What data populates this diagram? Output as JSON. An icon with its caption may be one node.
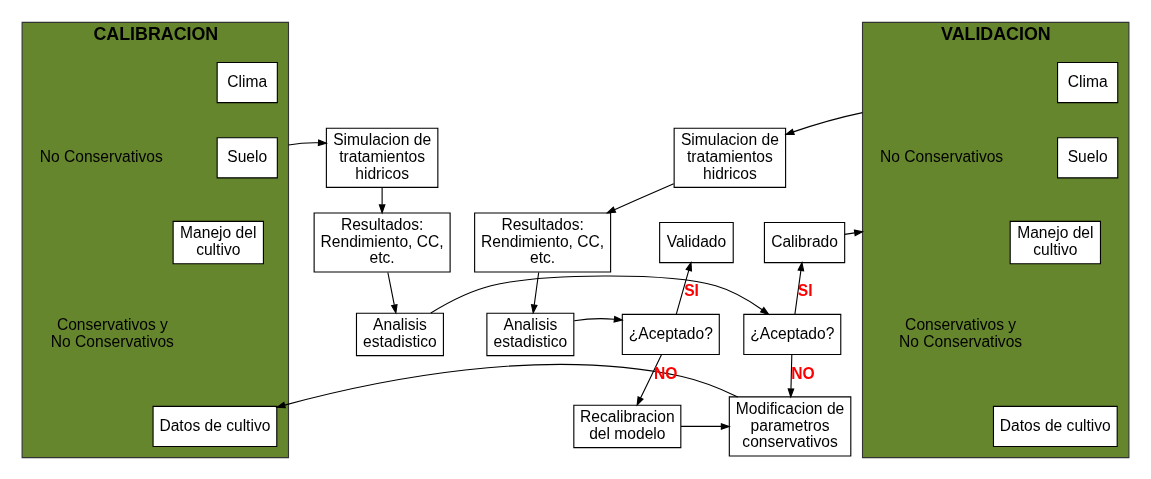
{
  "diagram": {
    "nodes": [
      {
        "text": [
          "CALIBRACION",
          "No Conservativos",
          "Conservativos y No Conservativos"
        ]
      },
      {
        "text": [
          "Clima"
        ],
        "in": 0
      },
      {
        "text": [
          "Suelo"
        ],
        "in": 0
      },
      {
        "text": [
          "Manejo del cultivo"
        ],
        "in": 0
      },
      {
        "text": [
          "Datos de cultivo"
        ],
        "in": 0
      },
      {
        "text": [
          "Simulacion de tratamientos hidricos"
        ]
      },
      {
        "text": [
          "Resultados: Rendimiento, CC, etc."
        ]
      },
      {
        "text": [
          "Analisis estadistico"
        ]
      },
      {
        "text": [
          "¿Aceptado?"
        ]
      },
      {
        "text": [
          "Calibrado"
        ]
      },
      {
        "text": [
          "Modificacion de parametros conservativos"
        ]
      },
      {
        "text": [
          "VALIDACION",
          "No Conservativos",
          "Conservativos y No Conservativos"
        ]
      },
      {
        "text": [
          "Clima"
        ],
        "in": 11
      },
      {
        "text": [
          "Suelo"
        ],
        "in": 11
      },
      {
        "text": [
          "Manejo del cultivo"
        ],
        "in": 11
      },
      {
        "text": [
          "Datos de cultivo"
        ],
        "in": 11
      },
      {
        "text": [
          "Simulacion de tratamientos hidricos"
        ]
      },
      {
        "text": [
          "Resultados: Rendimiento, CC, etc."
        ]
      },
      {
        "text": [
          "Analisis estadistico"
        ]
      },
      {
        "text": [
          "¿Aceptado?"
        ]
      },
      {
        "text": [
          "Validado"
        ]
      },
      {
        "text": [
          "Recalibracion del modelo"
        ]
      }
    ],
    "edges": [
      {
        "from": 0,
        "to": 5,
        "arrow": "to"
      },
      {
        "from": 5,
        "to": 6,
        "arrow": "to"
      },
      {
        "from": 6,
        "to": 7,
        "arrow": "to"
      },
      {
        "from": 7,
        "to": 8,
        "arrow": "to"
      },
      {
        "from": 8,
        "to": 9,
        "arrow": "to",
        "label": "SI"
      },
      {
        "from": 8,
        "to": 10,
        "arrow": "to",
        "label": "NO"
      },
      {
        "from": 10,
        "to": 4,
        "arrow": "to"
      },
      {
        "from": 9,
        "to": 11,
        "arrow": "to"
      },
      {
        "from": 11,
        "to": 16,
        "arrow": "to"
      },
      {
        "from": 16,
        "to": 17,
        "arrow": "to"
      },
      {
        "from": 17,
        "to": 18,
        "arrow": "to"
      },
      {
        "from": 18,
        "to": 19,
        "arrow": "to"
      },
      {
        "from": 19,
        "to": 20,
        "arrow": "to",
        "label": "SI"
      },
      {
        "from": 19,
        "to": 21,
        "arrow": "to",
        "label": "NO"
      },
      {
        "from": 21,
        "to": 10,
        "arrow": "to"
      }
    ]
  }
}
